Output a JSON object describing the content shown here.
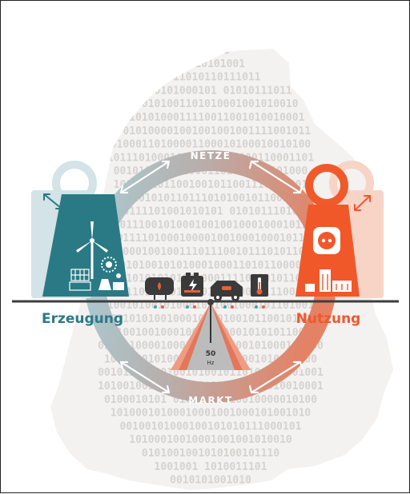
{
  "ring_labels": {
    "top": "NETZE",
    "bottom": "MARKT"
  },
  "side_labels": {
    "left": "Erzeugung",
    "right": "Nutzung"
  },
  "frequency": {
    "value": "50",
    "unit": "Hz"
  },
  "colors": {
    "teal": "#2a7a86",
    "teal_light": "#b7d3da",
    "orange": "#f0582a",
    "orange_light": "#f7c7b6",
    "beam": "#3d3d3d",
    "binary_text": "#d6d2cf",
    "gauge_red": "#e2775b",
    "gauge_gray": "#bcbcbc"
  },
  "background_binary": [
    "100101",
    "01110101001",
    "1011010110111011",
    "01010101000101 01010111011",
    "0100101001101010001001010010",
    "001010100011110011001010010001",
    "10010100001001001001001111001011",
    "01000110100001100010100010010100",
    "101110100010010001001000110001101",
    "0010100111010001101001000101000",
    "1010001011001001011001110101001",
    "0101010101101110101001011001000",
    "1010111101001010101 01010111010110",
    "0011100101000100100100010001011",
    "00111101000100001001000100010110",
    "01000100100111011100101110101101",
    "0010100101010001000110101100001",
    "1010101010100100011110110101100",
    "01110101001 0101010000101110010",
    "100101001010001001001000101101001",
    "0011010100100010000100101100101000",
    "1010010010001001001000101010110010",
    "010101000010001001001000101000100100",
    "1001000101001000111001001010011000",
    "001011010001001010010110100101001001",
    "101001001010001000101000100010010001",
    "0100010101 01010101010010000010100",
    "10100010100010001001000101001010",
    "00100101000100101010111000101",
    "10100010010001001001010010",
    "0101001001010100101110",
    "1001001 1010011101",
    "0010101001010"
  ]
}
